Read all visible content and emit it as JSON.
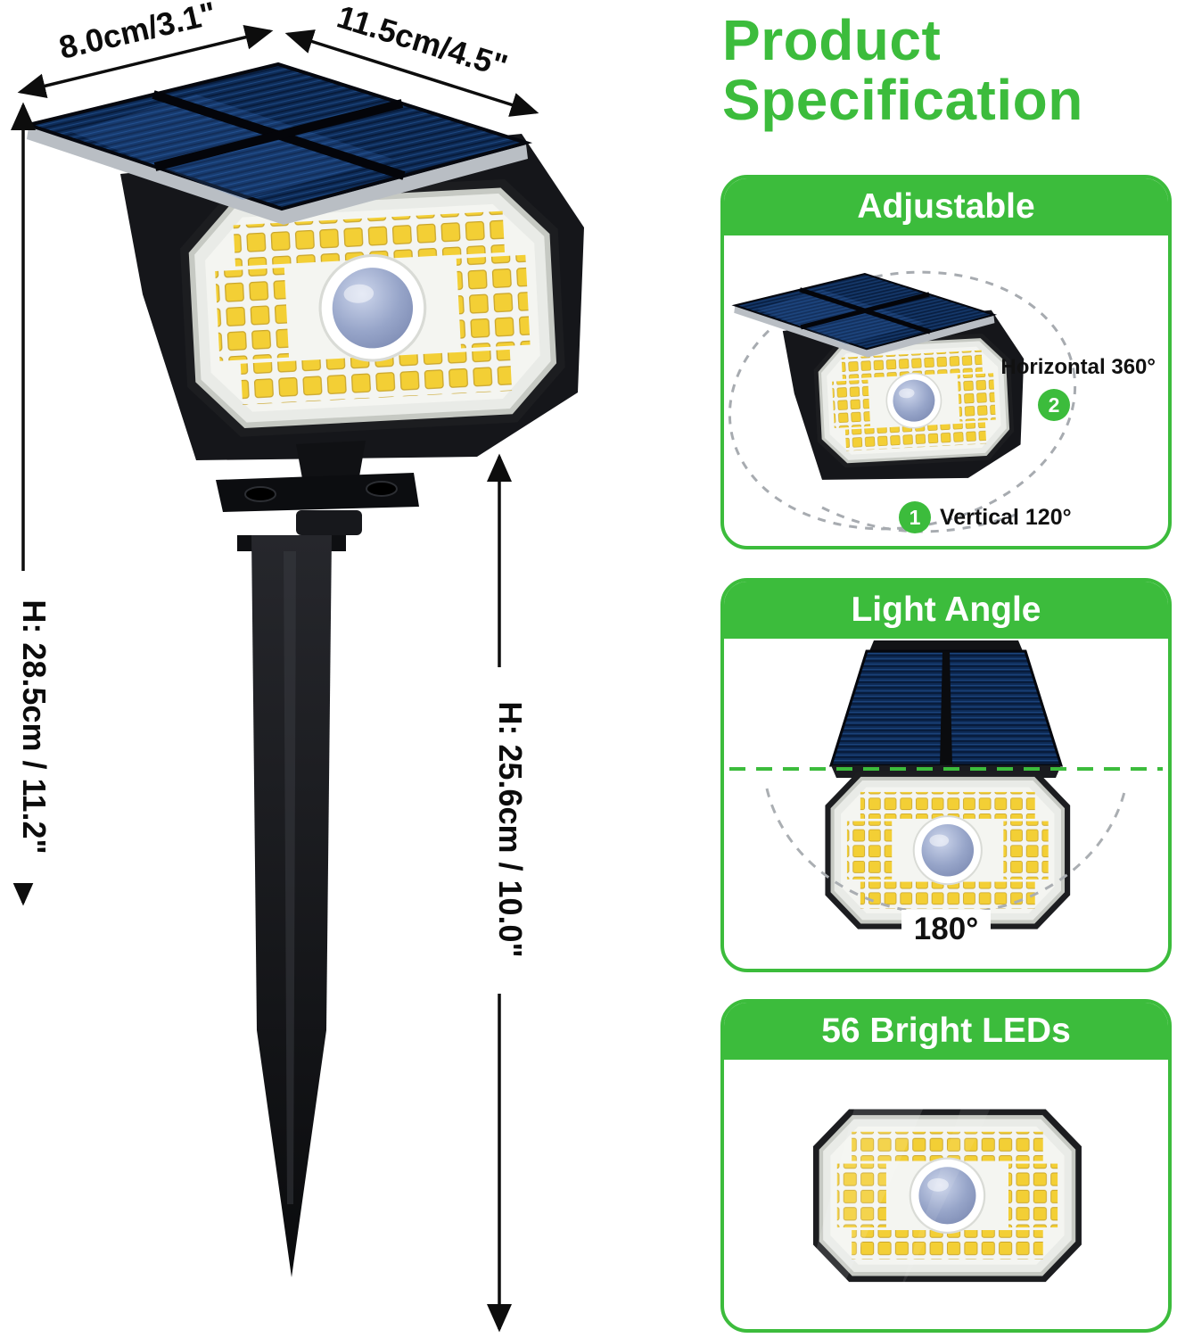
{
  "title": {
    "line1": "Product",
    "line2": "Specification"
  },
  "dimensions": {
    "panel_depth": "8.0cm/3.1\"",
    "panel_width": "11.5cm/4.5\"",
    "total_height": "H: 28.5cm / 11.2\"",
    "stake_height": "H: 25.6cm / 10.0\""
  },
  "cards": [
    {
      "header": "Adjustable",
      "annotations": {
        "horizontal_label": "Horizontal 360°",
        "horizontal_badge": "2",
        "vertical_label": "Vertical 120°",
        "vertical_badge": "1"
      }
    },
    {
      "header": "Light Angle",
      "annotations": {
        "angle_label": "180°"
      }
    },
    {
      "header": "56 Bright LEDs"
    }
  ],
  "colors": {
    "accent_green": "#3cbc3c",
    "solar_panel_blue": "#0e2c58",
    "led_yellow": "#f3cf35",
    "dimension_line": "#0d0d0d"
  }
}
